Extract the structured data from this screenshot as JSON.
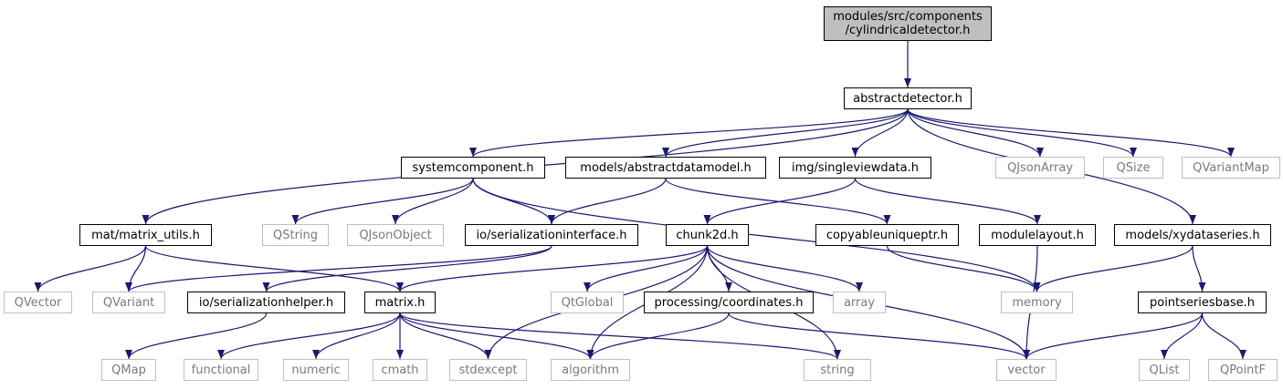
{
  "colors": {
    "edge": "#191970",
    "root_fill": "#bfbfbf",
    "local_border": "#000000",
    "system_border": "#bfbfbf",
    "system_text": "#7a7a7a"
  },
  "root": {
    "line1": "modules/src/components",
    "line2": "/cylindricaldetector.h"
  },
  "nodes": {
    "abstractdetector": "abstractdetector.h",
    "systemcomponent": "systemcomponent.h",
    "abstractdatamodel": "models/abstractdatamodel.h",
    "singleviewdata": "img/singleviewdata.h",
    "qjsonarray": "QJsonArray",
    "qsize": "QSize",
    "qvariantmap": "QVariantMap",
    "matrix_utils": "mat/matrix_utils.h",
    "qstring": "QString",
    "qjsonobject": "QJsonObject",
    "serializationinterface": "io/serializationinterface.h",
    "chunk2d": "chunk2d.h",
    "copyableuniqueptr": "copyableuniqueptr.h",
    "modulelayout": "modulelayout.h",
    "xydataseries": "models/xydataseries.h",
    "qvector": "QVector",
    "qvariant": "QVariant",
    "serializationhelper": "io/serializationhelper.h",
    "matrix": "matrix.h",
    "qtglobal": "QtGlobal",
    "coordinates": "processing/coordinates.h",
    "array": "array",
    "memory": "memory",
    "pointseriesbase": "pointseriesbase.h",
    "qmap": "QMap",
    "functional": "functional",
    "numeric": "numeric",
    "cmath": "cmath",
    "stdexcept": "stdexcept",
    "algorithm": "algorithm",
    "string": "string",
    "vector": "vector",
    "qlist": "QList",
    "qpointf": "QPointF"
  }
}
